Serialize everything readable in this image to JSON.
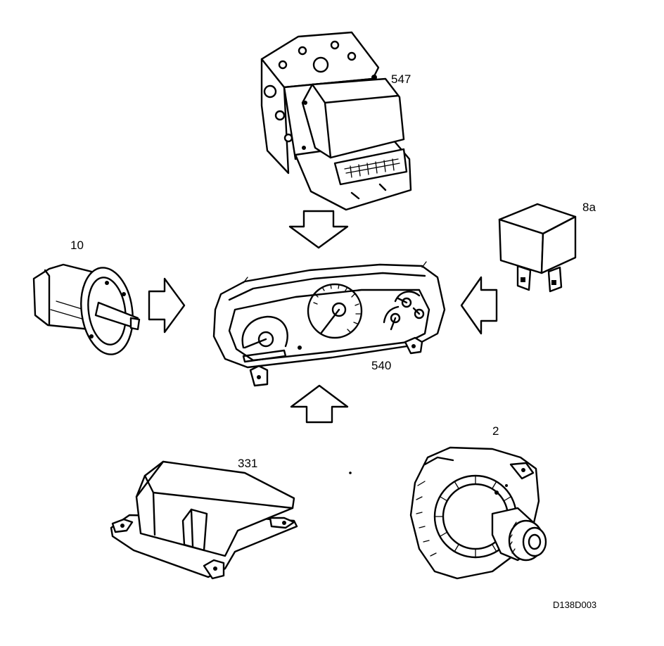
{
  "labels": {
    "abs_module": "547",
    "relay": "8a",
    "ignition_switch": "10",
    "instrument_cluster": "540",
    "airbag_module": "331",
    "alternator": "2",
    "drawing_code": "D138D003"
  },
  "colors": {
    "line": "#000000",
    "background": "#ffffff"
  }
}
